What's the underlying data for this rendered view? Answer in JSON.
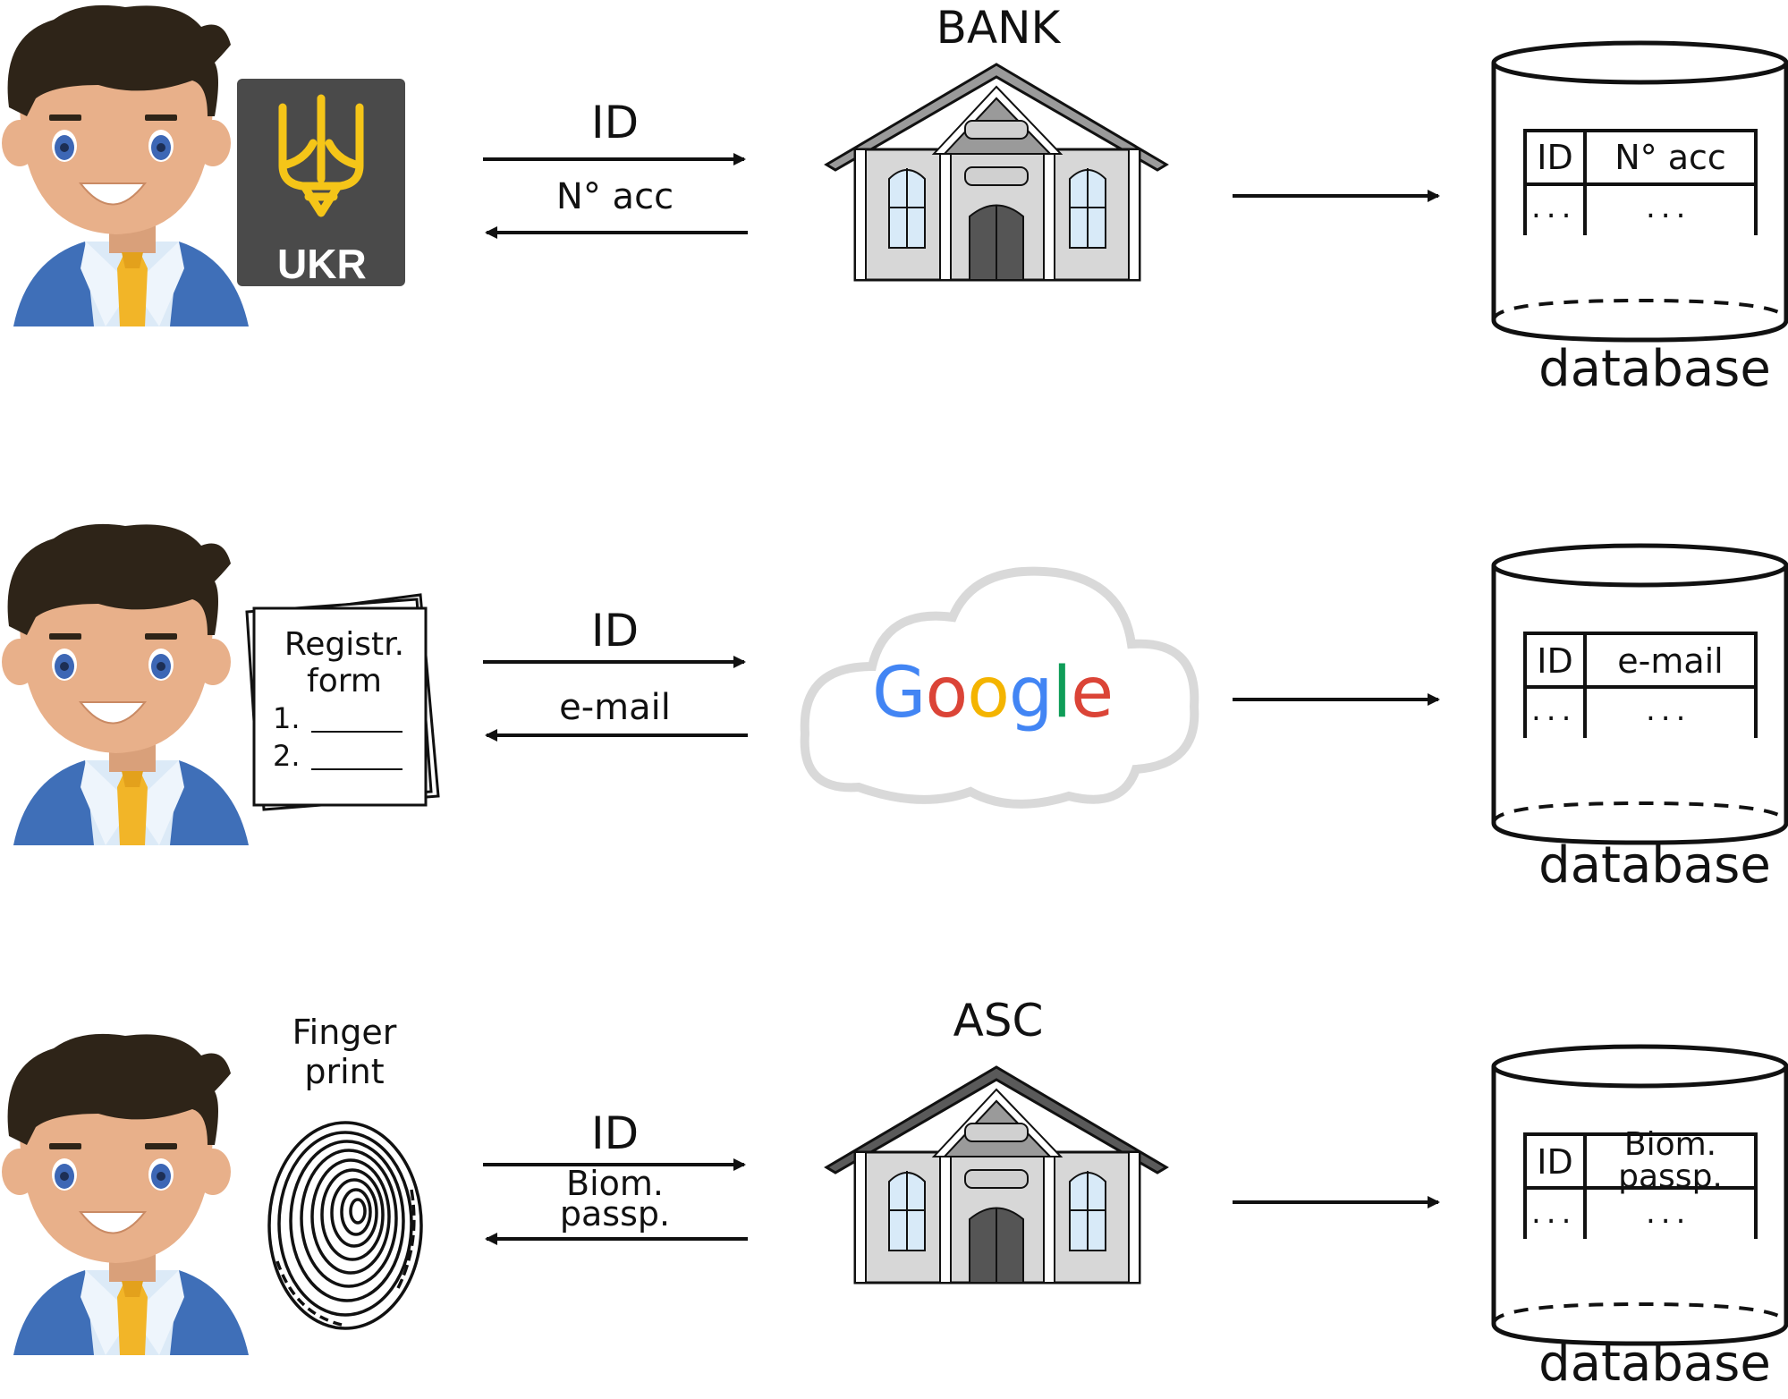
{
  "colors": {
    "google_blue": "#4285F4",
    "google_red": "#DB4437",
    "google_yellow": "#F4B400",
    "google_green": "#0F9D58",
    "passport_bg": "#4a4a4a",
    "trident": "#F5C518",
    "skin": "#E8B08A",
    "hair": "#2E2418",
    "jacket": "#3F6FB8",
    "tie": "#F2B528"
  },
  "rows": [
    {
      "document": {
        "type": "passport",
        "label": "UKR"
      },
      "arrow_out_label": "ID",
      "arrow_in_label": "N° acc",
      "institution": {
        "type": "bank",
        "label": "BANK"
      },
      "database": {
        "col1": "ID",
        "col2": "N° acc",
        "dots1": "...",
        "dots2": "...",
        "label": "database"
      }
    },
    {
      "document": {
        "type": "form",
        "title": "Registr. form",
        "title_line1": "Registr.",
        "title_line2": "form",
        "line1": "1.",
        "line2": "2."
      },
      "arrow_out_label": "ID",
      "arrow_in_label": "e-mail",
      "institution": {
        "type": "cloud",
        "label": "Google"
      },
      "database": {
        "col1": "ID",
        "col2": "e-mail",
        "dots1": "...",
        "dots2": "...",
        "label": "database"
      }
    },
    {
      "document": {
        "type": "fingerprint",
        "label_line1": "Finger",
        "label_line2": "print"
      },
      "arrow_out_label": "ID",
      "arrow_in_label_line1": "Biom.",
      "arrow_in_label_line2": "passp.",
      "institution": {
        "type": "asc",
        "label": "ASC"
      },
      "database": {
        "col1": "ID",
        "col2_line1": "Biom.",
        "col2_line2": "passp.",
        "dots1": "...",
        "dots2": "...",
        "label": "database"
      }
    }
  ]
}
